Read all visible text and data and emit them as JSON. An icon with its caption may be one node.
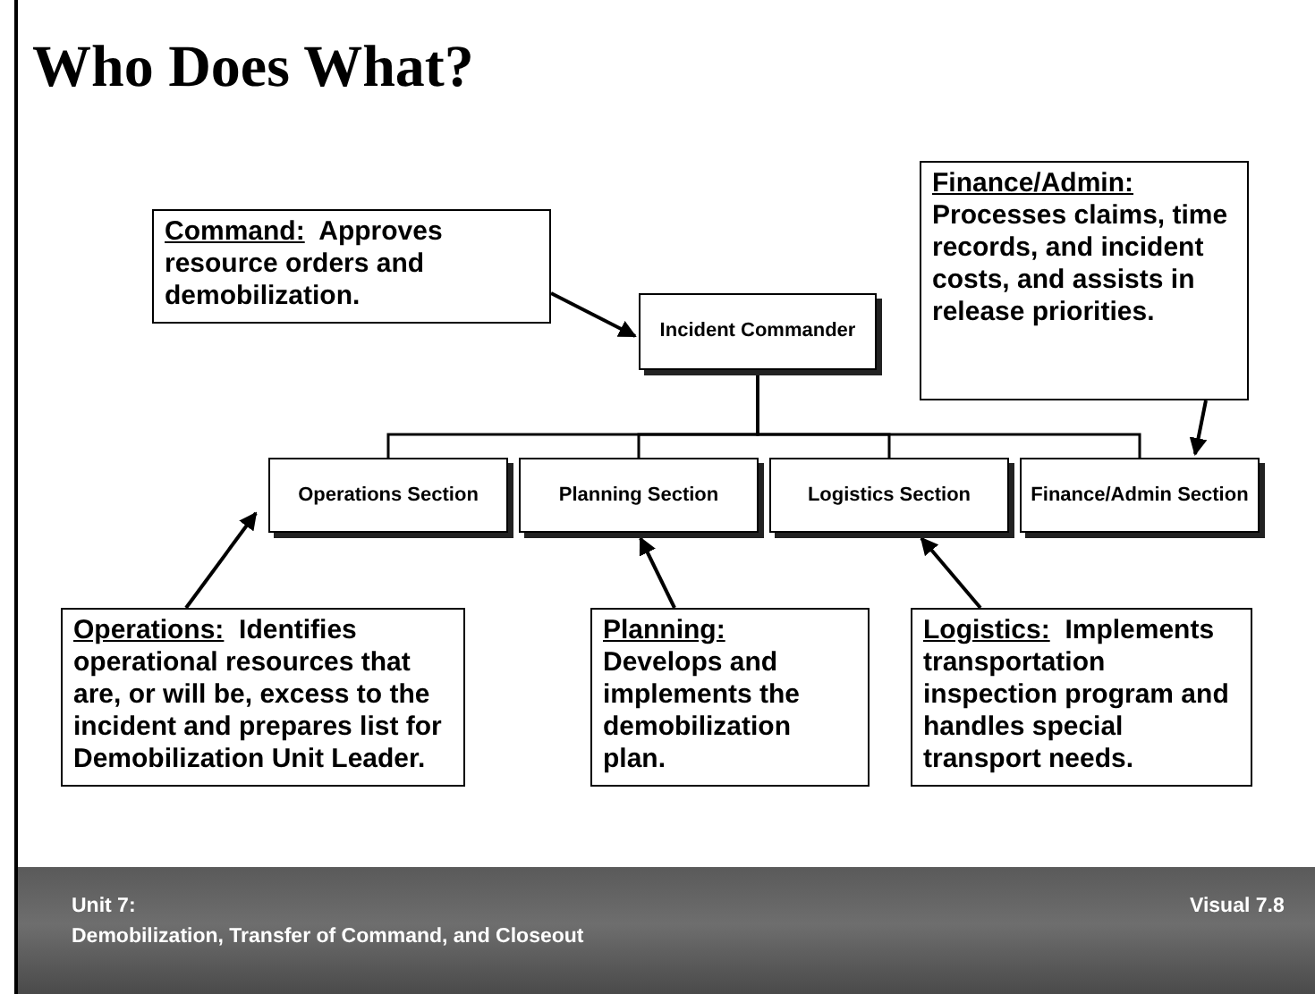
{
  "diagram": {
    "title": "Who Does What?",
    "nodes": [
      {
        "text": [
          "Command:",
          "Approves resource orders and demobilization."
        ]
      },
      {
        "text": [
          "Incident Commander"
        ]
      },
      {
        "text": [
          "Finance/Admin:",
          "Processes claims, time records, and incident costs, and assists in release priorities."
        ]
      },
      {
        "text": [
          "Operations Section"
        ]
      },
      {
        "text": [
          "Planning Section"
        ]
      },
      {
        "text": [
          "Logistics Section"
        ]
      },
      {
        "text": [
          "Finance/Admin Section"
        ]
      },
      {
        "text": [
          "Operations:",
          "Identifies operational resources that are, or will be, excess to the incident and prepares list for Demobilization Unit Leader."
        ]
      },
      {
        "text": [
          "Planning:",
          "Develops and implements the demobilization plan."
        ]
      },
      {
        "text": [
          "Logistics:",
          "Implements transportation inspection program and handles special transport needs."
        ]
      }
    ],
    "edges": [
      {
        "from": 0,
        "to": 1,
        "arrow": "to"
      },
      {
        "from": 1,
        "to": 3,
        "arrow": "none"
      },
      {
        "from": 1,
        "to": 4,
        "arrow": "none"
      },
      {
        "from": 1,
        "to": 5,
        "arrow": "none"
      },
      {
        "from": 1,
        "to": 6,
        "arrow": "none"
      },
      {
        "from": 2,
        "to": 6,
        "arrow": "to"
      },
      {
        "from": 7,
        "to": 3,
        "arrow": "to"
      },
      {
        "from": 8,
        "to": 4,
        "arrow": "to"
      },
      {
        "from": 9,
        "to": 5,
        "arrow": "to"
      }
    ],
    "labels": [
      "Unit 7:",
      "Demobilization, Transfer of Command, and Closeout",
      "Visual 7.8"
    ]
  }
}
